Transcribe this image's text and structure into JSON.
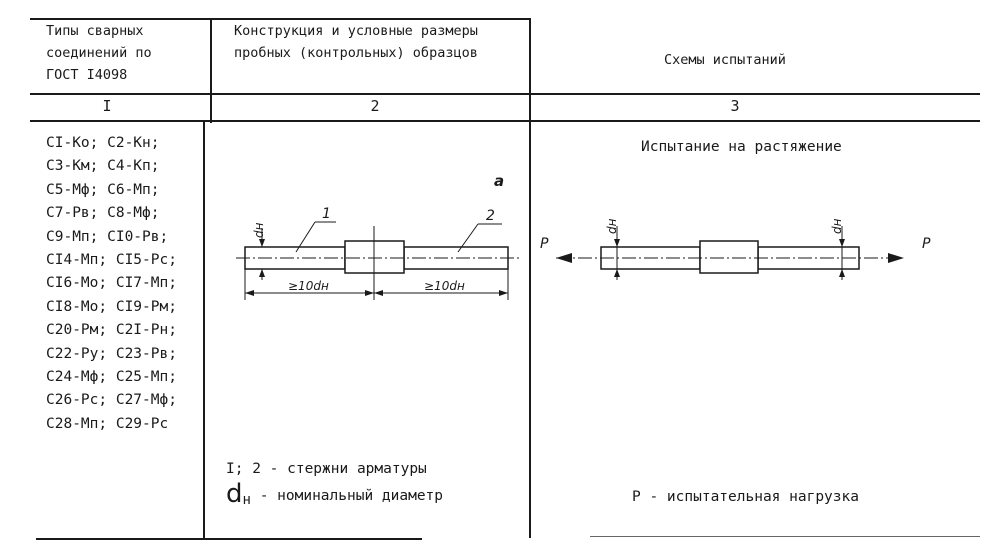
{
  "table": {
    "headers": [
      [
        "Типы сварных",
        "соединений по",
        "ГОСТ I4098"
      ],
      [
        "Конструкция и условные размеры",
        "пробных (контрольных) образцов"
      ],
      [
        "Схемы испытаний"
      ]
    ],
    "column_numbers": [
      "I",
      "2",
      "3"
    ],
    "joint_types": [
      "CI-Ко; С2-Кн;",
      "С3-Км; С4-Кп;",
      "С5-Мф; С6-Мп;",
      "С7-Рв; С8-Мф;",
      "С9-Мп; СI0-Рв;",
      "СI4-Мп; СI5-Рс;",
      "СI6-Мо; СI7-Мп;",
      "СI8-Мо; СI9-Рм;",
      "С20-Рм; С2I-Рн;",
      "С22-Ру; С23-Рв;",
      "С24-Мф; С25-Мп;",
      "С26-Рс; С27-Мф;",
      "С28-Мп; С29-Рс"
    ]
  },
  "specimen": {
    "variant_label": "а",
    "rod_labels": [
      "1",
      "2"
    ],
    "diameter_label": "dн",
    "length_labels": [
      "≥10dн",
      "≥10dн"
    ],
    "legend_rods": "I; 2 - стержни арматуры",
    "legend_diameter_symbol": "d",
    "legend_diameter_subscript": "н",
    "legend_diameter_text": "- номинальный диаметр"
  },
  "scheme": {
    "title": "Испытание на растяжение",
    "force_label": "Р",
    "diameter_label": "dн",
    "legend": "Р - испытательная нагрузка"
  }
}
